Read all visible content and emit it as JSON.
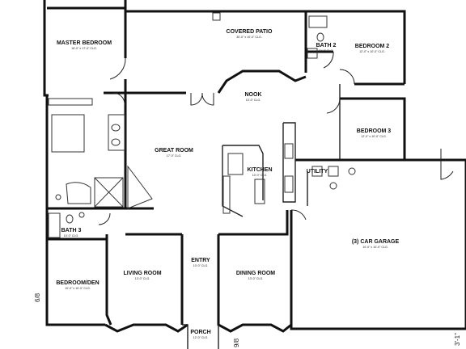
{
  "rooms": {
    "master_bedroom": {
      "name": "MASTER BEDROOM",
      "dim": "16'-0\" x 17'-0\" CLG."
    },
    "covered_patio": {
      "name": "COVERED PATIO",
      "dim": "30'-0\" x 10'-0\" CLG."
    },
    "bath2": {
      "name": "BATH 2",
      "dim": "10'-0\" CLG."
    },
    "bedroom2": {
      "name": "BEDROOM 2",
      "dim": "12'-0\" x 10'-0\" CLG."
    },
    "nook": {
      "name": "NOOK",
      "dim": "10'-0\" CLG."
    },
    "bedroom3": {
      "name": "BEDROOM 3",
      "dim": "12'-0\" x 10'-0\" CLG."
    },
    "great_room": {
      "name": "GREAT ROOM",
      "dim": "17'-0\" CLG."
    },
    "kitchen": {
      "name": "KITCHEN",
      "dim": "10'-0\" CLG."
    },
    "utility": {
      "name": "UTILITY",
      "dim": ""
    },
    "bath3": {
      "name": "BATH 3",
      "dim": "10'-0\" CLG."
    },
    "car_garage": {
      "name": "(3) CAR GARAGE",
      "dim": "10'-0\" x 10'-0\" CLG."
    },
    "bedroom_den": {
      "name": "BEDROOM/DEN",
      "dim": "10'-0\" x 10'-0\" CLG."
    },
    "living_room": {
      "name": "LIVING ROOM",
      "dim": "13'-0\" CLG."
    },
    "entry": {
      "name": "ENTRY",
      "dim": "10'-0\" CLG."
    },
    "dining_room": {
      "name": "DINING ROOM",
      "dim": "13'-0\" CLG."
    },
    "porch": {
      "name": "PORCH",
      "dim": "12'-0\" CLG."
    }
  },
  "markings": {
    "left_edge": "6/8",
    "bottom_mid": "9/8",
    "bottom_right": "3'-1\""
  }
}
